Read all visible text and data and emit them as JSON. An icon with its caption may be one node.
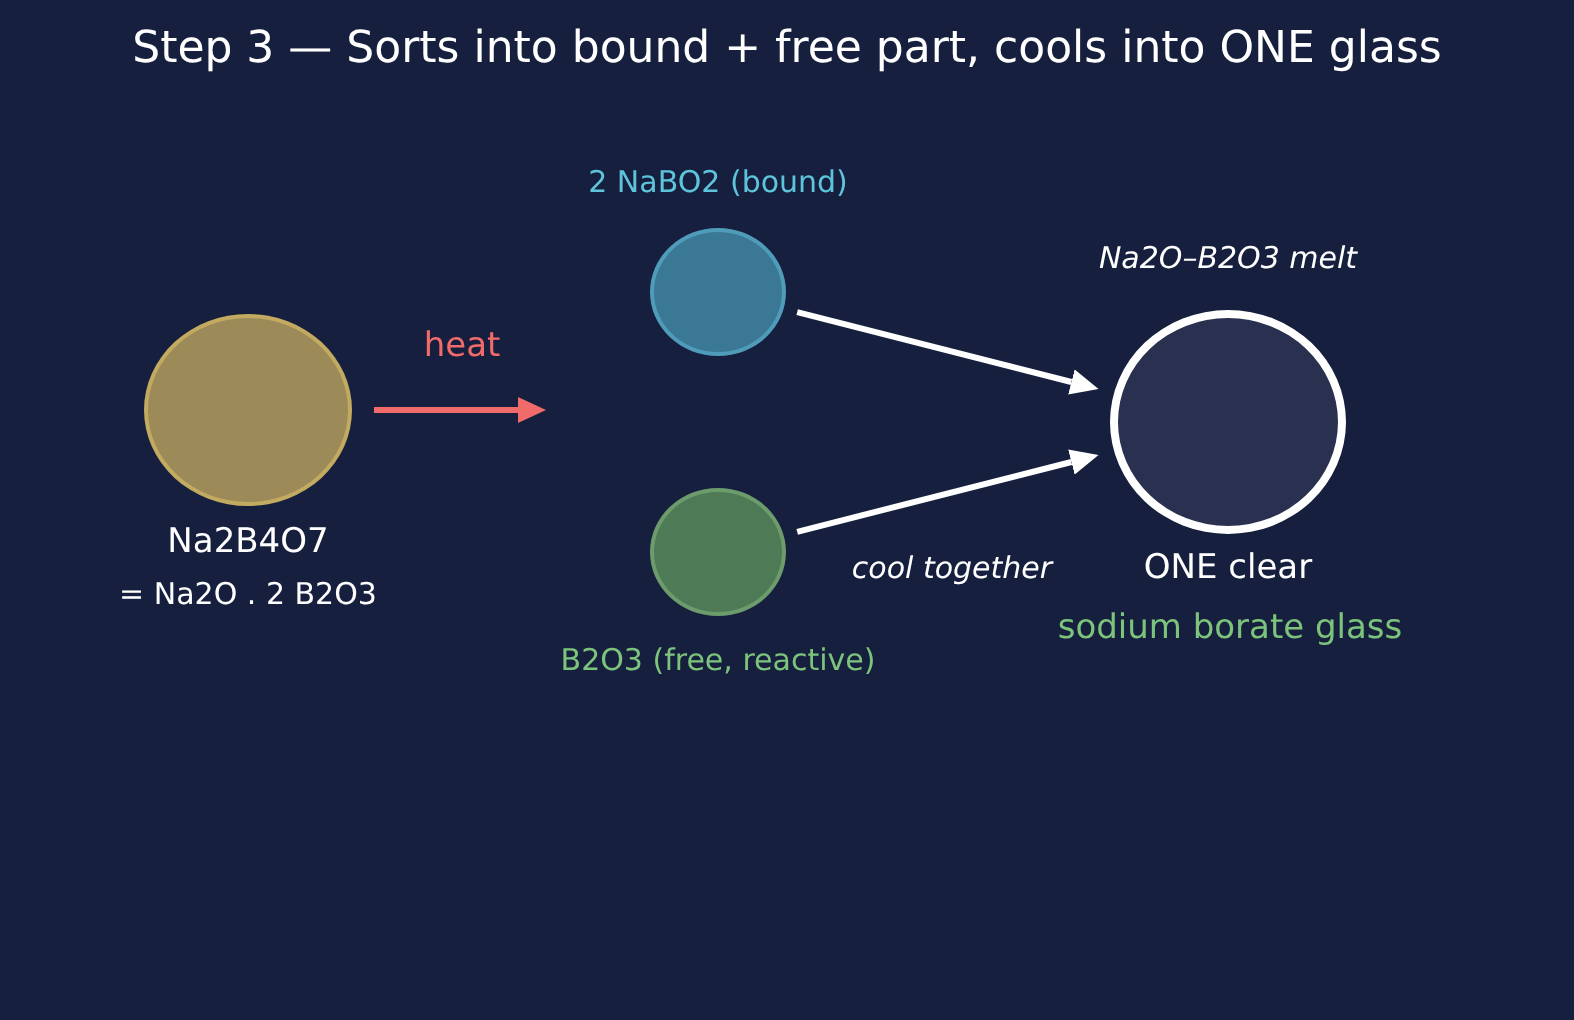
{
  "diagram": {
    "title": "Step 3 — Sorts into bound + free part, cools into ONE glass",
    "nodes": [
      {
        "text": [
          "Na2B4O7",
          "= Na2O . 2 B2O3"
        ]
      },
      {
        "text": [
          "2 NaBO2 (bound)"
        ]
      },
      {
        "text": [
          "B2O3 (free, reactive)"
        ]
      },
      {
        "text": [
          "Na2O–B2O3 melt",
          "ONE clear",
          "sodium borate glass"
        ]
      }
    ],
    "edges": [
      {
        "from": 0,
        "to": null,
        "arrow": "to",
        "label": "heat",
        "color": "#f26b6b"
      },
      {
        "from": 1,
        "to": 3,
        "arrow": "to"
      },
      {
        "from": 2,
        "to": 3,
        "arrow": "to",
        "label": "cool together"
      }
    ]
  }
}
